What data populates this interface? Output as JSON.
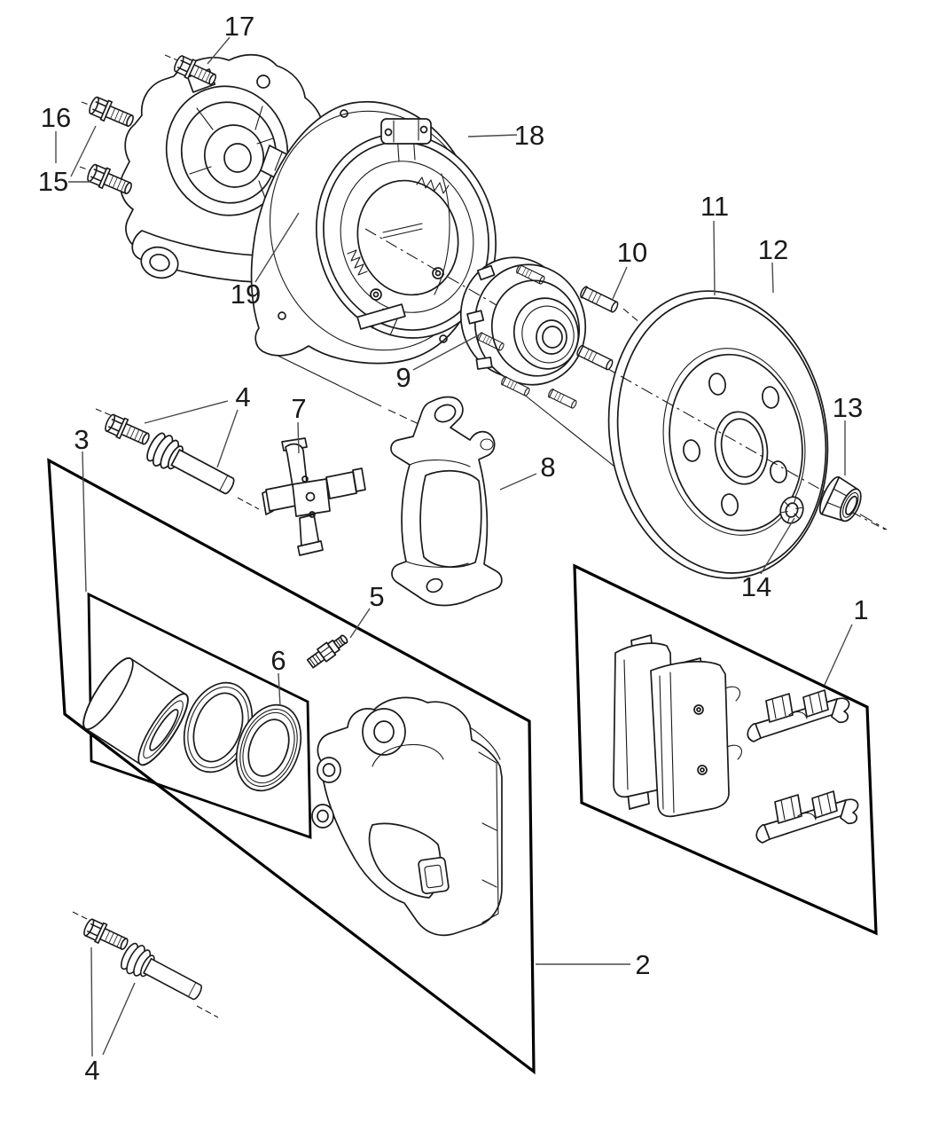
{
  "figure": {
    "background_color": "#ffffff",
    "line_color": "#1a1a1a",
    "leader_line_color": "#4a4a4a",
    "box_line_color": "#000000"
  },
  "callouts": {
    "c1": "1",
    "c2": "2",
    "c3": "3",
    "c4a": "4",
    "c4b": "4",
    "c5": "5",
    "c6": "6",
    "c7": "7",
    "c8": "8",
    "c9": "9",
    "c10": "10",
    "c11": "11",
    "c12": "12",
    "c13": "13",
    "c14": "14",
    "c15": "15",
    "c16": "16",
    "c17": "17",
    "c18": "18",
    "c19": "19"
  }
}
